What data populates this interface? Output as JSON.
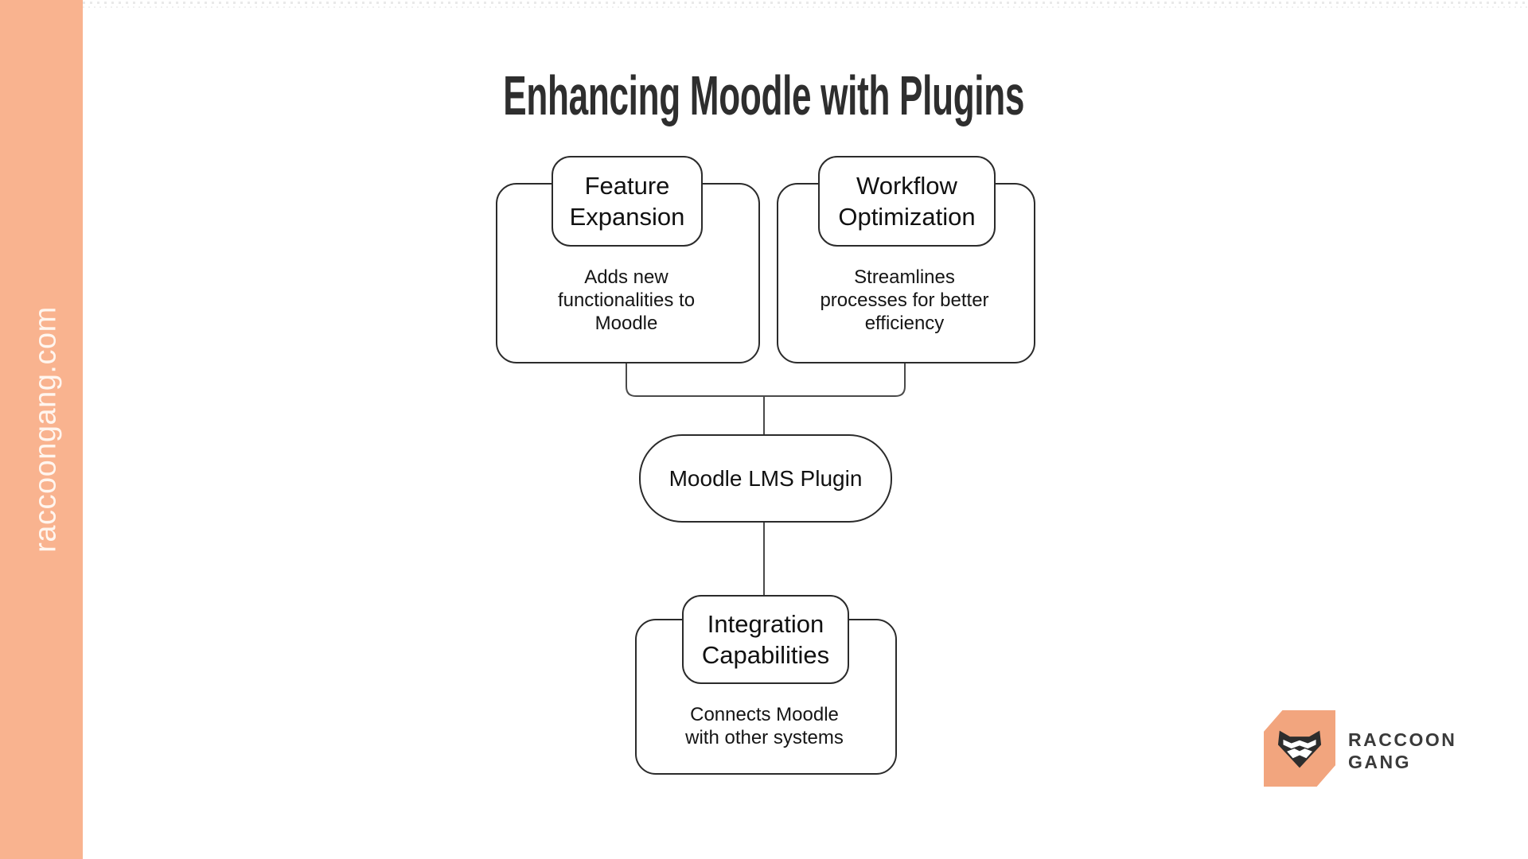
{
  "title": "Enhancing Moodle with Plugins",
  "sidebar": {
    "url": "raccoongang.com"
  },
  "diagram": {
    "nodes": [
      {
        "id": "feature-expansion",
        "title": "Feature\nExpansion",
        "body": "Adds new\nfunctionalities to\nMoodle"
      },
      {
        "id": "workflow-optimization",
        "title": "Workflow\nOptimization",
        "body": "Streamlines\nprocesses for better\nefficiency"
      },
      {
        "id": "moodle-lms-plugin",
        "title": "Moodle LMS Plugin"
      },
      {
        "id": "integration-capabilities",
        "title": "Integration\nCapabilities",
        "body": "Connects Moodle\nwith other systems"
      }
    ],
    "edges": [
      {
        "from": "feature-expansion",
        "to": "moodle-lms-plugin"
      },
      {
        "from": "workflow-optimization",
        "to": "moodle-lms-plugin"
      },
      {
        "from": "moodle-lms-plugin",
        "to": "integration-capabilities"
      }
    ]
  },
  "logo": {
    "line1": "RACCOON",
    "line2": "GANG",
    "wordmark": "RACCOON\nGANG"
  },
  "colors": {
    "sidebar": "#F9B38F",
    "logo_tile": "#F2A57E",
    "title_ink": "#2E2E2E",
    "box_border": "#2B2B2B",
    "connector": "#4A4A4A",
    "sidebar_text": "#FFF6EF"
  }
}
